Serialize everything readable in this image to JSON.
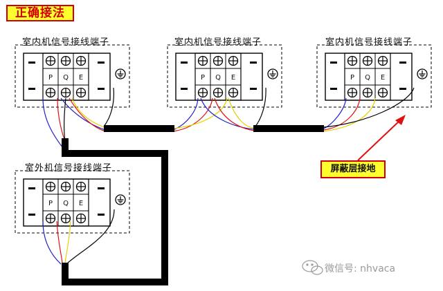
{
  "title": "正确接法",
  "indoor_unit_label": "室内机信号接线端子",
  "outdoor_unit_label": "室外机信号接线端子",
  "terminal_letters": [
    "P",
    "Q",
    "E"
  ],
  "callout": "屏蔽层接地",
  "watermark": "微信号: nhvaca",
  "colors": {
    "title_bg": "#ffff2e",
    "title_border": "#d00000",
    "cable": "#000000",
    "wire_blue": "#2020d0",
    "wire_red": "#e01010",
    "wire_yellow": "#e6d000",
    "wire_black": "#000000",
    "arrow": "#e01010"
  },
  "icons": [
    "ground-symbol-icon",
    "terminal-screw-icon",
    "wechat-logo-icon"
  ]
}
